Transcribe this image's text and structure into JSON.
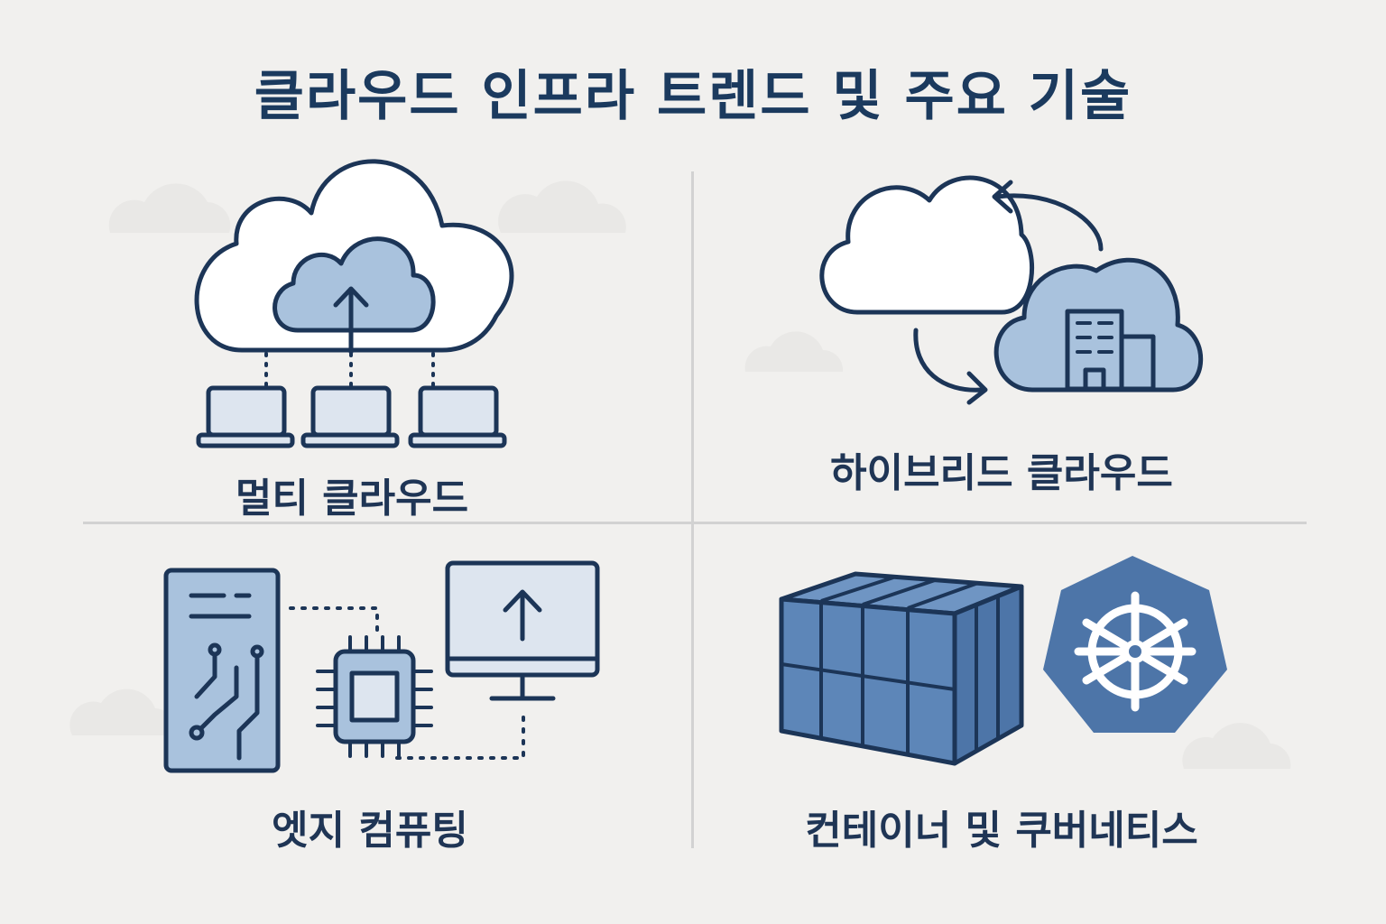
{
  "title": "클라우드 인프라 트렌드 및 주요 기술",
  "quadrants": [
    {
      "label": "멀티 클라우드",
      "icon": "multi-cloud-icon"
    },
    {
      "label": "하이브리드 클라우드",
      "icon": "hybrid-cloud-icon"
    },
    {
      "label": "엣지 컴퓨팅",
      "icon": "edge-computing-icon"
    },
    {
      "label": "컨테이너 및 쿠버네티스",
      "icon": "container-kubernetes-icon"
    }
  ],
  "colors": {
    "background": "#f1f0ee",
    "title": "#1b3a5e",
    "stroke": "#1c3557",
    "light_blue": "#a9c2dd",
    "pale_blue": "#dde5ef",
    "mid_blue": "#5d86b8",
    "k8s_blue": "#4d75a8",
    "divider": "#d2d2d2"
  }
}
